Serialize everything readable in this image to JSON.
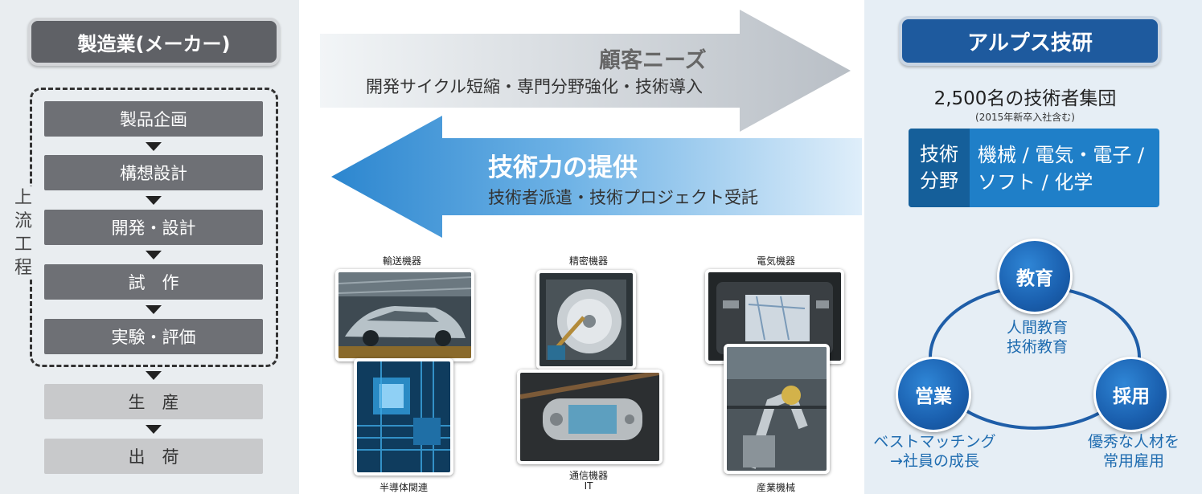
{
  "maker": {
    "title": "製造業(メーカー)",
    "upstream_label": "上流工程",
    "steps": [
      "製品企画",
      "構想設計",
      "開発・設計",
      "試　作",
      "実験・評価"
    ],
    "downstream": [
      "生　産",
      "出　荷"
    ]
  },
  "needs": {
    "title": "顧客ニーズ",
    "subtitle": "開発サイクル短縮・専門分野強化・技術導入"
  },
  "supply": {
    "title": "技術力の提供",
    "subtitle": "技術者派遣・技術プロジェクト受託"
  },
  "industries": {
    "transport": "輸送機器",
    "precision": "精密機器",
    "electric": "電気機器",
    "semiconductor": "半導体関連",
    "telecom": "通信機器",
    "it": "IT",
    "industrial": "産業機械"
  },
  "alps": {
    "title": "アルプス技研",
    "group": "2,500名の技術者集団",
    "note": "(2015年新卒入社含む)",
    "fields_label_1": "技術",
    "fields_label_2": "分野",
    "fields_line_1": "機械 / 電気・電子 /",
    "fields_line_2": "ソフト / 化学"
  },
  "cycle": {
    "education": {
      "label": "教育",
      "caption_1": "人間教育",
      "caption_2": "技術教育"
    },
    "sales": {
      "label": "営業",
      "caption_1": "ベストマッチング",
      "caption_2": "→社員の成長"
    },
    "hiring": {
      "label": "採用",
      "caption_1": "優秀な人材を",
      "caption_2": "常用雇用"
    }
  },
  "colors": {
    "accent_blue": "#1f7fc8",
    "dark_blue": "#1e5a9e",
    "gray_step": "#6e7075"
  }
}
